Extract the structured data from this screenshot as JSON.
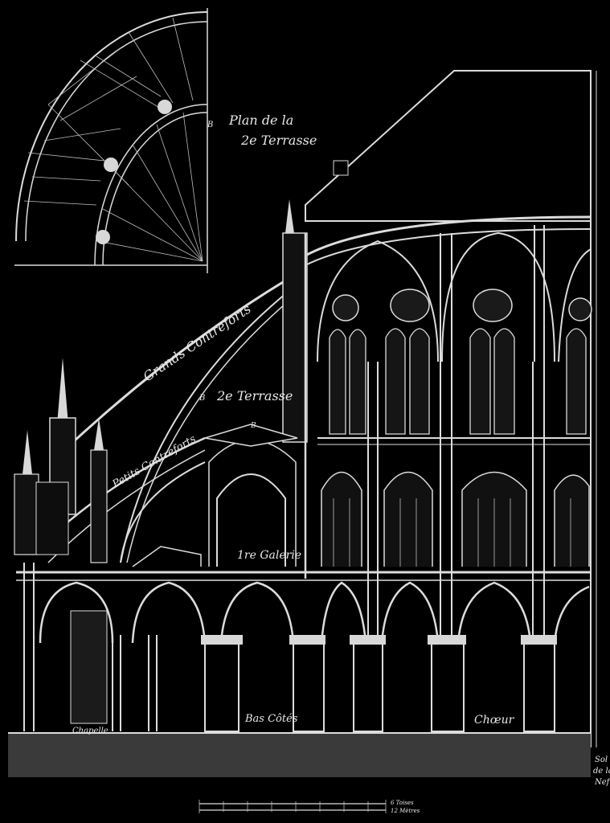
{
  "labels": {
    "plan_title_line1": "Plan de la",
    "plan_title_line2": "2e Terrasse",
    "plan_marker": "B",
    "grands_contreforts": "Grands Contreforts",
    "terrasse_marker": "B",
    "deuxieme_terrasse": "2e Terrasse",
    "petits_contreforts": "Petits Contreforts",
    "top_marker": "B",
    "premiere_galerie": "1re Galerie",
    "bas_cotes": "Bas Côtés",
    "choeur": "Chœur",
    "chapelle": "Chapelle",
    "sol_line1": "Sol",
    "sol_line2": "de la",
    "sol_line3": "Nef",
    "scale_toises": "6 Toises",
    "scale_metres": "12 Mètres"
  },
  "colors": {
    "background": "#000000",
    "line": "#dcdcdc",
    "ground": "#3a3a3a"
  }
}
